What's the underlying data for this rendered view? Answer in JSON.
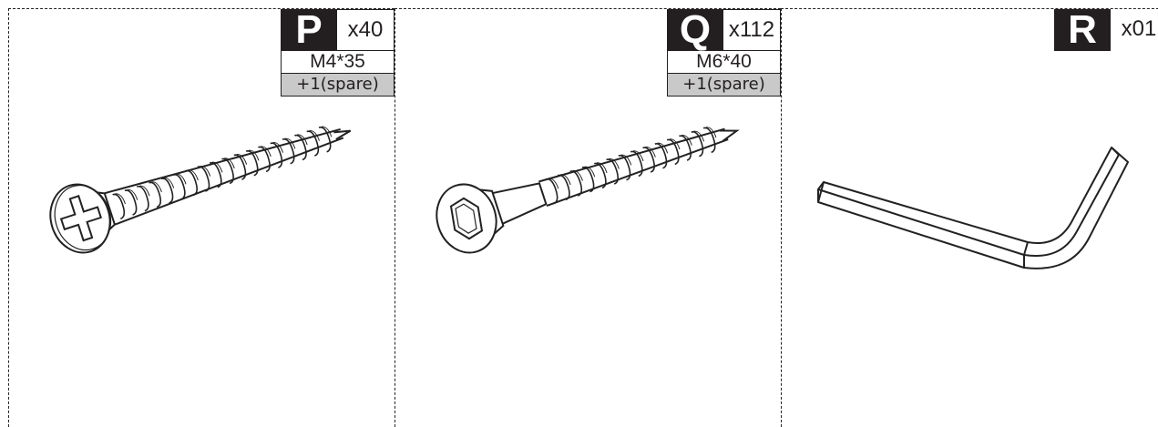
{
  "parts": [
    {
      "letter": "P",
      "qty": "x40",
      "size": "M4*35",
      "spare": "+1(spare)",
      "icon": "phillips-screw-icon"
    },
    {
      "letter": "Q",
      "qty": "x112",
      "size": "M6*40",
      "spare": "+1(spare)",
      "icon": "hex-socket-bolt-icon"
    },
    {
      "letter": "R",
      "qty": "x01",
      "icon": "allen-key-icon"
    }
  ]
}
